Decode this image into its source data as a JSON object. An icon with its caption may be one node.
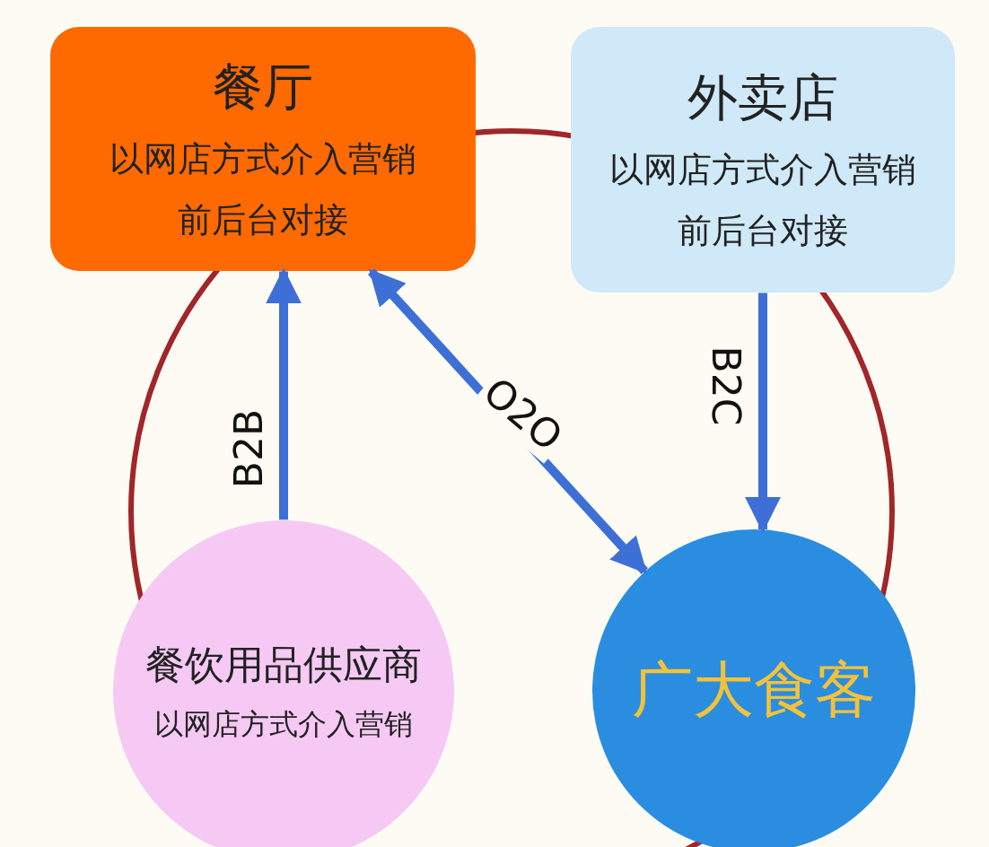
{
  "diagram": {
    "nodes": [
      {
        "text": [
          "餐厅",
          "以网店方式介入营销",
          "前后台对接"
        ]
      },
      {
        "text": [
          "外卖店",
          "以网店方式介入营销",
          "前后台对接"
        ]
      },
      {
        "text": [
          "餐饮用品供应商",
          "以网店方式介入营销"
        ]
      },
      {
        "text": [
          "广大食客"
        ]
      }
    ],
    "edges": [
      {
        "from": 2,
        "to": 0,
        "arrow": "to",
        "label": "B2B"
      },
      {
        "from": 0,
        "to": 3,
        "arrow": "both",
        "label": "O2O"
      },
      {
        "from": 1,
        "to": 3,
        "arrow": "to",
        "label": "B2C"
      }
    ]
  }
}
